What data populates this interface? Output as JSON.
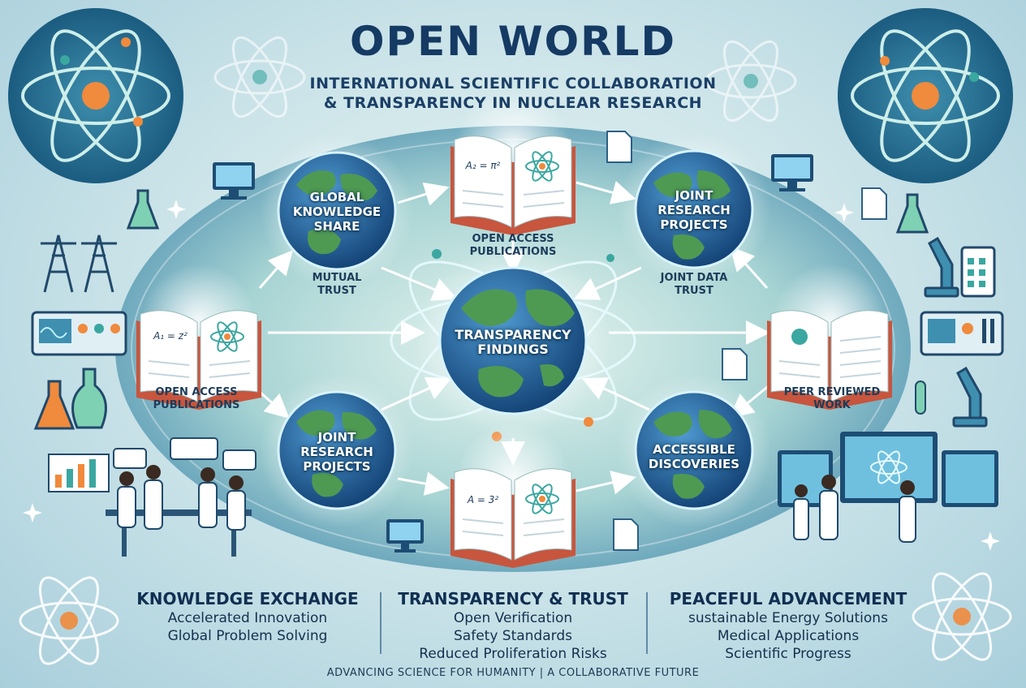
{
  "header": {
    "title": "OPEN WORLD",
    "subtitle_line1": "INTERNATIONAL SCIENTIFIC COLLABORATION",
    "subtitle_line2": "& TRANSPARENCY IN NUCLEAR RESEARCH"
  },
  "nodes": {
    "global_knowledge_share": [
      "GLOBAL",
      "KNOWLEDGE",
      "SHARE"
    ],
    "joint_research_top": [
      "JOINT",
      "RESEARCH",
      "PROJECTS"
    ],
    "transparency_findings": [
      "TRANSPARENCY",
      "FINDINGS"
    ],
    "joint_research_bottom": [
      "JOINT",
      "RESEARCH",
      "PROJECTS"
    ],
    "accessible_discoveries": [
      "ACCESSIBLE",
      "DISCOVERIES"
    ]
  },
  "captions": {
    "open_access_top": [
      "OPEN ACCESS",
      "PUBLICATIONS"
    ],
    "mutual_trust": [
      "MUTUAL",
      "TRUST"
    ],
    "joint_data_trust": [
      "JOINT DATA",
      "TRUST"
    ],
    "open_access_left": [
      "OPEN ACCESS",
      "PUBLICATIONS"
    ],
    "peer_reviewed": [
      "PEER REVIEWED",
      "WORK"
    ]
  },
  "book_formulas": {
    "top": "A₂ = π²",
    "left": "A₁ = z²",
    "bottom": "A = 3²"
  },
  "columns": [
    {
      "heading": "KNOWLEDGE EXCHANGE",
      "items": [
        "Accelerated Innovation",
        "Global Problem Solving"
      ]
    },
    {
      "heading": "TRANSPARENCY & TRUST",
      "items": [
        "Open Verification",
        "Safety Standards",
        "Reduced Proliferation Risks"
      ]
    },
    {
      "heading": "PEACEFUL ADVANCEMENT",
      "items": [
        "sustainable Energy Solutions",
        "Medical Applications",
        "Scientific Progress"
      ]
    }
  ],
  "footer": "ADVANCING SCIENCE FOR HUMANITY | A COLLABORATIVE FUTURE",
  "colors": {
    "navy": "#153a63",
    "globe_ocean": "#1f5e9a",
    "globe_land": "#4f9a52",
    "accent_orange": "#f08a3c",
    "accent_teal": "#3aa7a0"
  }
}
